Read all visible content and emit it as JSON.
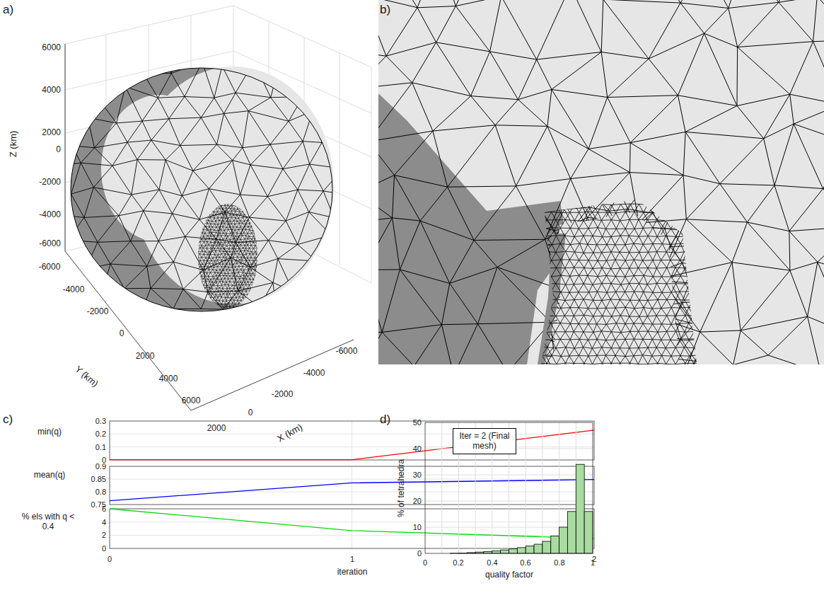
{
  "diagram": {
    "nodes": [
      {
        "text": [
          "Iter = 2 (Final mesh)"
        ]
      }
    ],
    "labels": [
      "a)",
      "b)",
      "c)",
      "d)",
      "6000",
      "4000",
      "2000",
      "0",
      "-2000",
      "-4000",
      "-6000",
      "Z (km)",
      "-6000",
      "-4000",
      "-2000",
      "0",
      "2000",
      "4000",
      "6000",
      "Y (km)",
      "-6000",
      "-4000",
      "-2000",
      "0",
      "2000",
      "X (km)",
      "min(q)",
      "0.3",
      "0.2",
      "0.1",
      "0",
      "mean(q)",
      "0.9",
      "0.85",
      "0.8",
      "0.75",
      "% els with q < 0.4",
      "6",
      "4",
      "2",
      "0",
      "0",
      "1",
      "2",
      "iteration",
      "50",
      "40",
      "30",
      "20",
      "10",
      "0",
      "% of tetrahedra",
      "0",
      "0.2",
      "0.4",
      "0.6",
      "0.8",
      "1",
      "quality factor"
    ]
  }
}
